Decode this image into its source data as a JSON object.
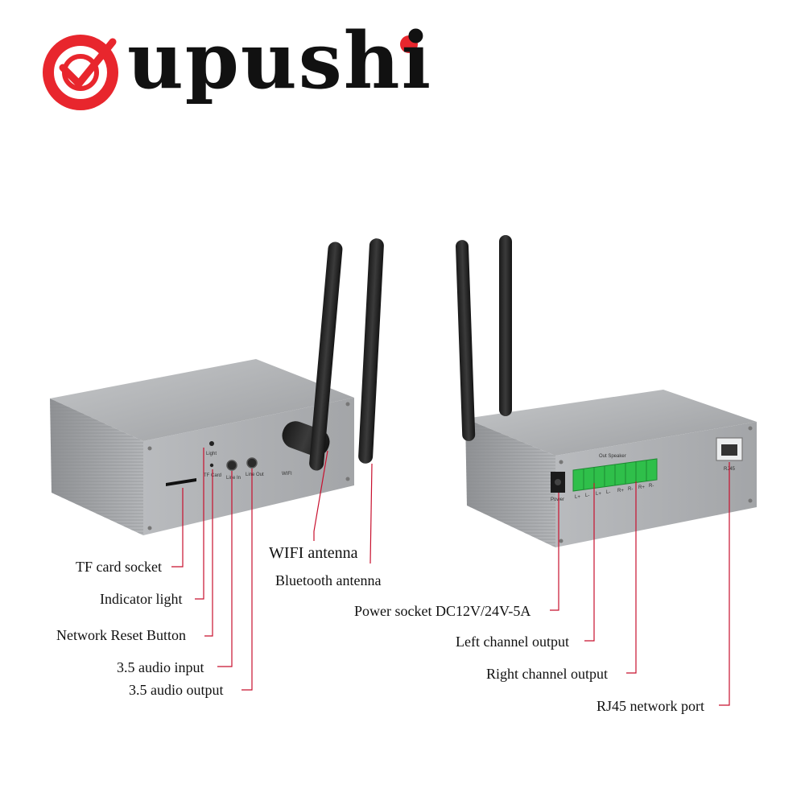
{
  "brand": {
    "name": "upushi",
    "logo_color": "#e8262d"
  },
  "front_unit": {
    "port_labels": {
      "light": "Light",
      "tf_card": "TF Card",
      "line_in": "Line In",
      "line_out": "Line Out",
      "wifi": "WIFI"
    },
    "callouts": {
      "tf_card_socket": "TF card socket",
      "indicator_light": "Indicator light",
      "network_reset": "Network Reset Button",
      "audio_input": "3.5 audio input",
      "audio_output": "3.5 audio output",
      "wifi_antenna": "WIFI antenna",
      "bluetooth_antenna": "Bluetooth antenna"
    }
  },
  "back_unit": {
    "port_labels": {
      "power": "Power",
      "out_speaker": "Out Speaker",
      "terminals": [
        "L+",
        "L-",
        "L+",
        "L-",
        "R+",
        "R-",
        "R+",
        "R-"
      ],
      "rj45": "RJ45"
    },
    "callouts": {
      "power_socket": "Power socket DC12V/24V-5A",
      "left_channel": "Left channel output",
      "right_channel": "Right channel output",
      "rj45_port": "RJ45 network port"
    }
  },
  "colors": {
    "leader_line": "#c8102e",
    "terminal_green": "#2fbf4a",
    "housing": "#a9abad"
  }
}
